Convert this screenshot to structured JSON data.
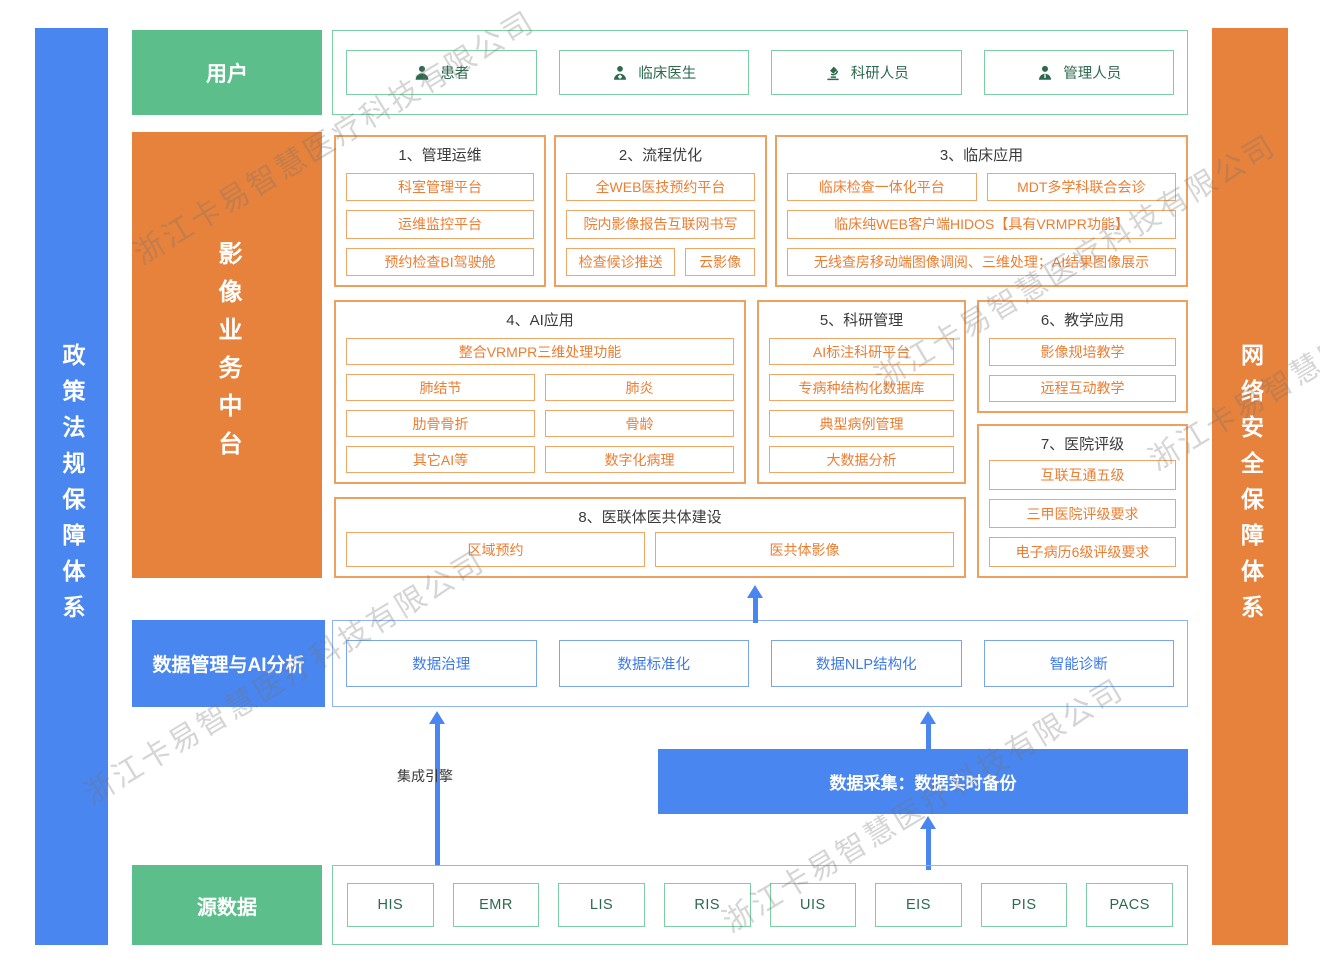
{
  "watermark": {
    "text": "浙江卡易智慧医疗科技有限公司"
  },
  "colors": {
    "green": "#5CBF8B",
    "green_border": "#7CCFA3",
    "green_text": "#2B6A4D",
    "orange": "#E6823C",
    "orange_border": "#EFA05F",
    "orange_text": "#ED7D31",
    "blue": "#4A86F0",
    "blue_border": "#78A4F0",
    "blue_text": "#3D79E9",
    "title_text": "#3B3B3B"
  },
  "left_bar": {
    "label": "政策法规保障体系"
  },
  "right_bar": {
    "label": "网络安全保障体系"
  },
  "users": {
    "label": "用户",
    "items": [
      {
        "icon": "patient-icon",
        "label": "患者"
      },
      {
        "icon": "doctor-icon",
        "label": "临床医生"
      },
      {
        "icon": "microscope-icon",
        "label": "科研人员"
      },
      {
        "icon": "admin-icon",
        "label": "管理人员"
      }
    ]
  },
  "platform": {
    "label": "影像业务中台",
    "sections": [
      {
        "title": "1、管理运维",
        "rows": [
          [
            "科室管理平台"
          ],
          [
            "运维监控平台"
          ],
          [
            "预约检查BI驾驶舱"
          ]
        ]
      },
      {
        "title": "2、流程优化",
        "rows": [
          [
            "全WEB医技预约平台"
          ],
          [
            "院内影像报告互联网书写"
          ],
          [
            "检查候诊推送",
            "云影像"
          ]
        ]
      },
      {
        "title": "3、临床应用",
        "rows": [
          [
            "临床检查一体化平台",
            "MDT多学科联合会诊"
          ],
          [
            "临床纯WEB客户端HIDOS【具有VRMPR功能】"
          ],
          [
            "无线查房移动端图像调阅、三维处理；AI结果图像展示"
          ]
        ]
      },
      {
        "title": "4、AI应用",
        "rows": [
          [
            "整合VRMPR三维处理功能"
          ],
          [
            "肺结节",
            "肺炎"
          ],
          [
            "肋骨骨折",
            "骨龄"
          ],
          [
            "其它AI等",
            "数字化病理"
          ]
        ]
      },
      {
        "title": "5、科研管理",
        "rows": [
          [
            "AI标注科研平台"
          ],
          [
            "专病种结构化数据库"
          ],
          [
            "典型病例管理"
          ],
          [
            "大数据分析"
          ]
        ]
      },
      {
        "title": "6、教学应用",
        "rows": [
          [
            "影像规培教学"
          ],
          [
            "远程互动教学"
          ]
        ]
      },
      {
        "title": "7、医院评级",
        "rows": [
          [
            "互联互通五级"
          ],
          [
            "三甲医院评级要求"
          ],
          [
            "电子病历6级评级要求"
          ]
        ]
      },
      {
        "title": "8、医联体医共体建设",
        "rows": [
          [
            "区域预约",
            "医共体影像"
          ]
        ]
      }
    ]
  },
  "data_mgmt": {
    "label": "数据管理与AI分析",
    "items": [
      "数据治理",
      "数据标准化",
      "数据NLP结构化",
      "智能诊断"
    ]
  },
  "middle": {
    "integration_engine": "集成引擎",
    "data_collection": "数据采集：数据实时备份"
  },
  "source": {
    "label": "源数据",
    "items": [
      "HIS",
      "EMR",
      "LIS",
      "RIS",
      "UIS",
      "EIS",
      "PIS",
      "PACS"
    ]
  }
}
